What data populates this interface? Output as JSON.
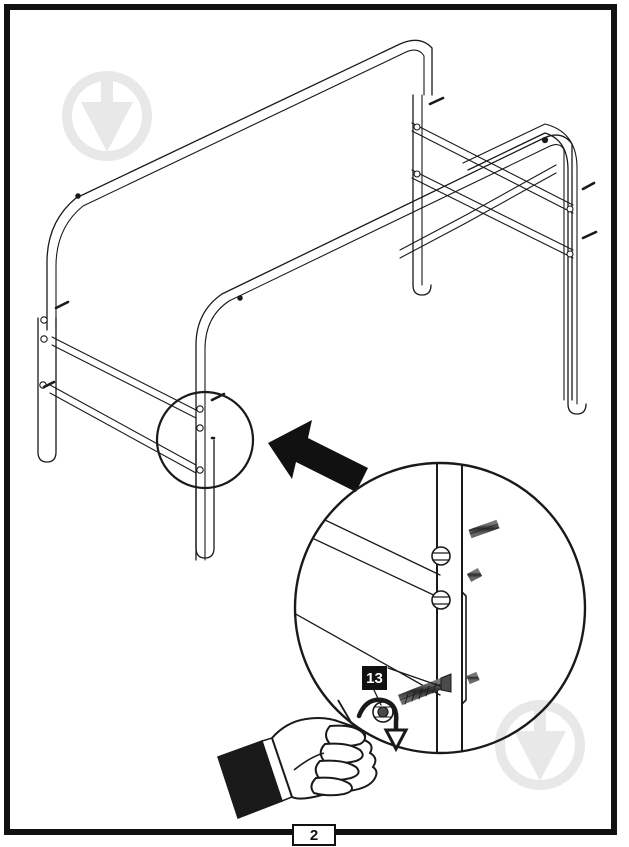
{
  "document": {
    "type": "assembly-instruction-page",
    "page_number": "2",
    "step_number": "2"
  },
  "callouts": [
    {
      "id": "part-13",
      "label": "13",
      "description": "bolt and nut hardware",
      "style": "white-on-black-square"
    }
  ],
  "watermarks": [
    {
      "name": "trowel-watermark-top-left",
      "color": "#e8e8e8"
    },
    {
      "name": "trowel-watermark-bottom-right",
      "color": "#e8e8e8"
    }
  ],
  "illustration": {
    "main_view_name": "bed-frame-assembly-isometric",
    "detail_source_name": "joint-highlight-circle",
    "detail_target_name": "magnified-detail-circle",
    "pointer_name": "detail-arrow",
    "hand_name": "hand-gripping-tool",
    "rotation_name": "tighten-rotation-arrow"
  },
  "colors": {
    "line": "#1a1a1a",
    "fill": "#ffffff",
    "accent": "#111111",
    "watermark": "#e8e8e8",
    "hardware_shade": "#555555"
  }
}
